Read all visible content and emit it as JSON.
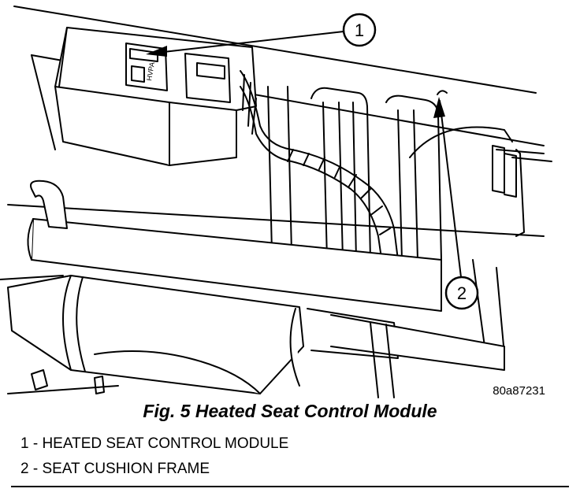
{
  "figure": {
    "callouts": [
      {
        "number": "1"
      },
      {
        "number": "2"
      }
    ],
    "module_label": "HVPA",
    "image_code": "80a87231"
  },
  "caption": "Fig. 5 Heated Seat Control Module",
  "legend": [
    "1 - HEATED SEAT CONTROL MODULE",
    "2 - SEAT CUSHION FRAME"
  ],
  "colors": {
    "ink": "#000000",
    "paper": "#ffffff"
  }
}
